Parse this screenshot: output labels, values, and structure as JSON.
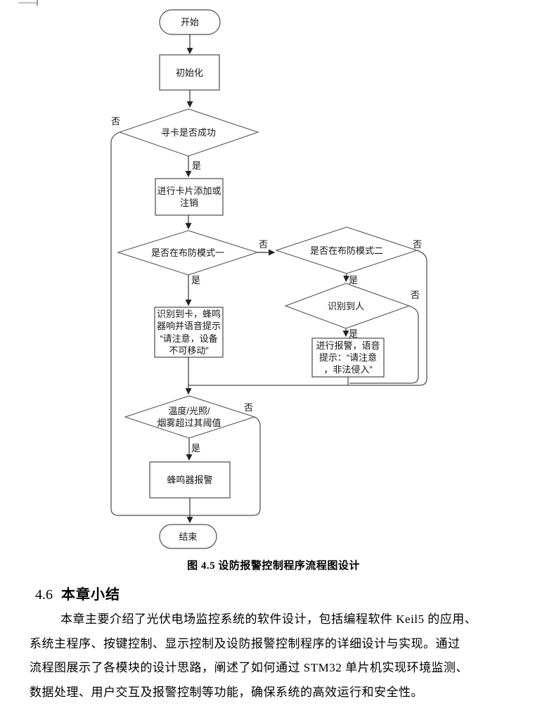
{
  "colors": {
    "line": "#4a4a4a",
    "arrow": "#222222",
    "text": "#111111",
    "background": "#ffffff"
  },
  "flowchart": {
    "nodes": {
      "start": {
        "label": "开始"
      },
      "init": {
        "label": "初始化"
      },
      "card_check": {
        "label": "寻卡是否成功"
      },
      "card_manage": {
        "label": "进行卡片添加或\n注销"
      },
      "mode1": {
        "label": "是否在布防模式一"
      },
      "mode2": {
        "label": "是否在布防模式二"
      },
      "card_detect": {
        "label": "识别到卡，蜂鸣\n器响并语音提示\n“请注意，设备\n不可移动”"
      },
      "human_detect": {
        "label": "识别到人"
      },
      "alarm_voice": {
        "label": "进行报警，语音\n提示：“请注意\n，非法侵入”"
      },
      "sensor_check": {
        "label": "温度/光照/\n烟雾超过其阈值"
      },
      "buzzer": {
        "label": "蜂鸣器报警"
      },
      "end": {
        "label": "结束"
      }
    },
    "edge_labels": {
      "yes": "是",
      "no": "否"
    }
  },
  "caption": "图 4.5 设防报警控制程序流程图设计",
  "section": {
    "number": "4.6",
    "title": "本章小结"
  },
  "paragraph": {
    "lines": [
      "本章主要介绍了光伏电场监控系统的软件设计，包括编程软件 Keil5 的应用、",
      "系统主程序、按键控制、显示控制及设防报警控制程序的详细设计与实现。通过",
      "流程图展示了各模块的设计思路，阐述了如何通过 STM32 单片机实现环境监测、",
      "数据处理、用户交互及报警控制等功能，确保系统的高效运行和安全性。"
    ]
  }
}
